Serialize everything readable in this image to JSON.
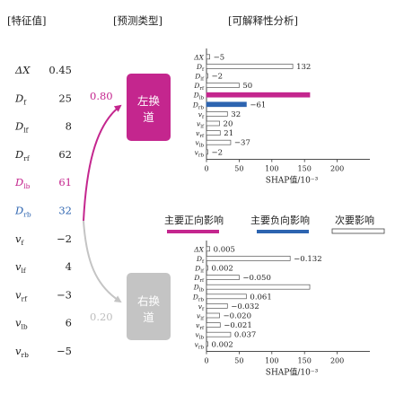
{
  "headers": {
    "features": "[特征值]",
    "prediction": "[预测类型]",
    "explain": "[可解释性分析]"
  },
  "features": [
    {
      "main": "ΔX",
      "sub": "",
      "value": "0.45"
    },
    {
      "main": "D",
      "sub": "f",
      "value": "25"
    },
    {
      "main": "D",
      "sub": "lf",
      "value": "8"
    },
    {
      "main": "D",
      "sub": "rf",
      "value": "62"
    },
    {
      "main": "D",
      "sub": "lb",
      "value": "61"
    },
    {
      "main": "D",
      "sub": "rb",
      "value": "32"
    },
    {
      "main": "v",
      "sub": "f",
      "value": "−2"
    },
    {
      "main": "v",
      "sub": "lf",
      "value": "4"
    },
    {
      "main": "v",
      "sub": "rf",
      "value": "−3"
    },
    {
      "main": "v",
      "sub": "lb",
      "value": "6"
    },
    {
      "main": "v",
      "sub": "rb",
      "value": "−5"
    }
  ],
  "predictions": {
    "left": {
      "line1": "左换",
      "line2": "道",
      "prob": "0.80"
    },
    "right": {
      "line1": "右换",
      "line2": "道",
      "prob": "0.20"
    }
  },
  "legend": {
    "primary_pos": "主要正向影响",
    "primary_neg": "主要负向影响",
    "secondary": "次要影响"
  },
  "colors": {
    "magenta": "#c4268e",
    "blue": "#2d64b0",
    "grey": "#c4c4c4",
    "grey_text": "#bdbdbd"
  },
  "chart_data": [
    {
      "type": "bar",
      "title": "",
      "xlabel": "SHAP值/10⁻³",
      "xlim": [
        0,
        250
      ],
      "xticks": [
        "0",
        "50",
        "100",
        "150",
        "200"
      ],
      "categories": [
        "ΔX",
        "Df",
        "Dlf",
        "Drf",
        "Dlb",
        "Drb",
        "vf",
        "vlf",
        "vrf",
        "vlb",
        "vrb"
      ],
      "values": [
        5,
        132,
        2,
        50,
        158,
        61,
        32,
        20,
        21,
        37,
        2
      ],
      "labels": [
        "−5",
        "132",
        "−2",
        "50",
        "",
        "−61",
        "32",
        "20",
        "21",
        "−37",
        "−2"
      ],
      "highlight": [
        "none",
        "none",
        "none",
        "none",
        "pos",
        "neg",
        "none",
        "none",
        "none",
        "none",
        "none"
      ]
    },
    {
      "type": "bar",
      "title": "",
      "xlabel": "SHAP值/10⁻³",
      "xlim": [
        0,
        250
      ],
      "xticks": [
        "0",
        "50",
        "100",
        "150",
        "200"
      ],
      "categories": [
        "ΔX",
        "Df",
        "Dlf",
        "Drf",
        "Dlb",
        "Drb",
        "vf",
        "vlf",
        "vrf",
        "vlb",
        "vrb"
      ],
      "values": [
        5,
        128,
        2,
        50,
        158,
        61,
        32,
        20,
        21,
        37,
        2
      ],
      "labels": [
        "0.005",
        "−0.132",
        "0.002",
        "−0.050",
        "",
        "0.061",
        "−0.032",
        "−0.020",
        "−0.021",
        "0.037",
        "0.002"
      ],
      "highlight": [
        "none",
        "none",
        "none",
        "none",
        "none",
        "none",
        "none",
        "none",
        "none",
        "none",
        "none"
      ]
    }
  ]
}
